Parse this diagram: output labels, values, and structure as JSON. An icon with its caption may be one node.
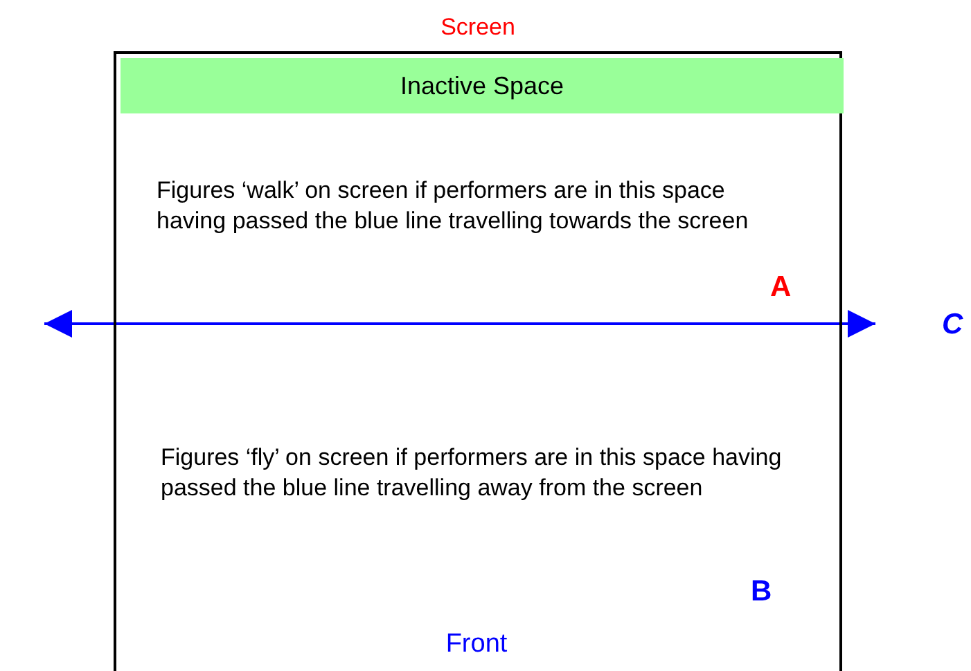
{
  "diagram": {
    "nodes": [
      {
        "text": [
          "Screen",
          "Front"
        ]
      },
      {
        "text": [
          "Inactive Space"
        ],
        "in": 0
      }
    ],
    "edges": [],
    "labels": [
      "Figures ‘walk’ on screen if performers are in this space having passed the blue line travelling towards the screen",
      "A",
      "C",
      "Figures ‘fly’ on screen if performers are in this space having passed the blue line travelling away from the screen",
      "B"
    ]
  }
}
